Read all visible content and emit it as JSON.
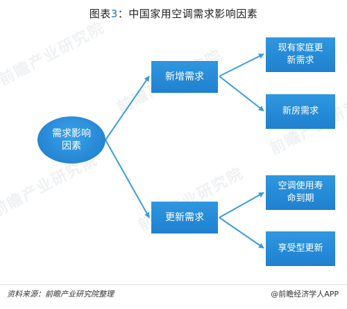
{
  "title": {
    "prefix": "图表",
    "number": "3",
    "suffix": "：中国家用空调需求影响因素"
  },
  "root": {
    "label": "需求影响因素"
  },
  "branches": [
    {
      "label": "新增需求",
      "leaves": [
        "现有家庭更新需求",
        "新房需求"
      ]
    },
    {
      "label": "更新需求",
      "leaves": [
        "空调使用寿命到期",
        "享受型更新"
      ]
    }
  ],
  "watermark": {
    "text": "前瞻产业研究院"
  },
  "footer": {
    "source": "资料来源：前瞻产业研究院整理",
    "brand": "@前瞻经济学人APP"
  },
  "colors": {
    "node": "#1f80cf",
    "arrow": "#3c9be0",
    "title_number": "#1f6fc1"
  }
}
